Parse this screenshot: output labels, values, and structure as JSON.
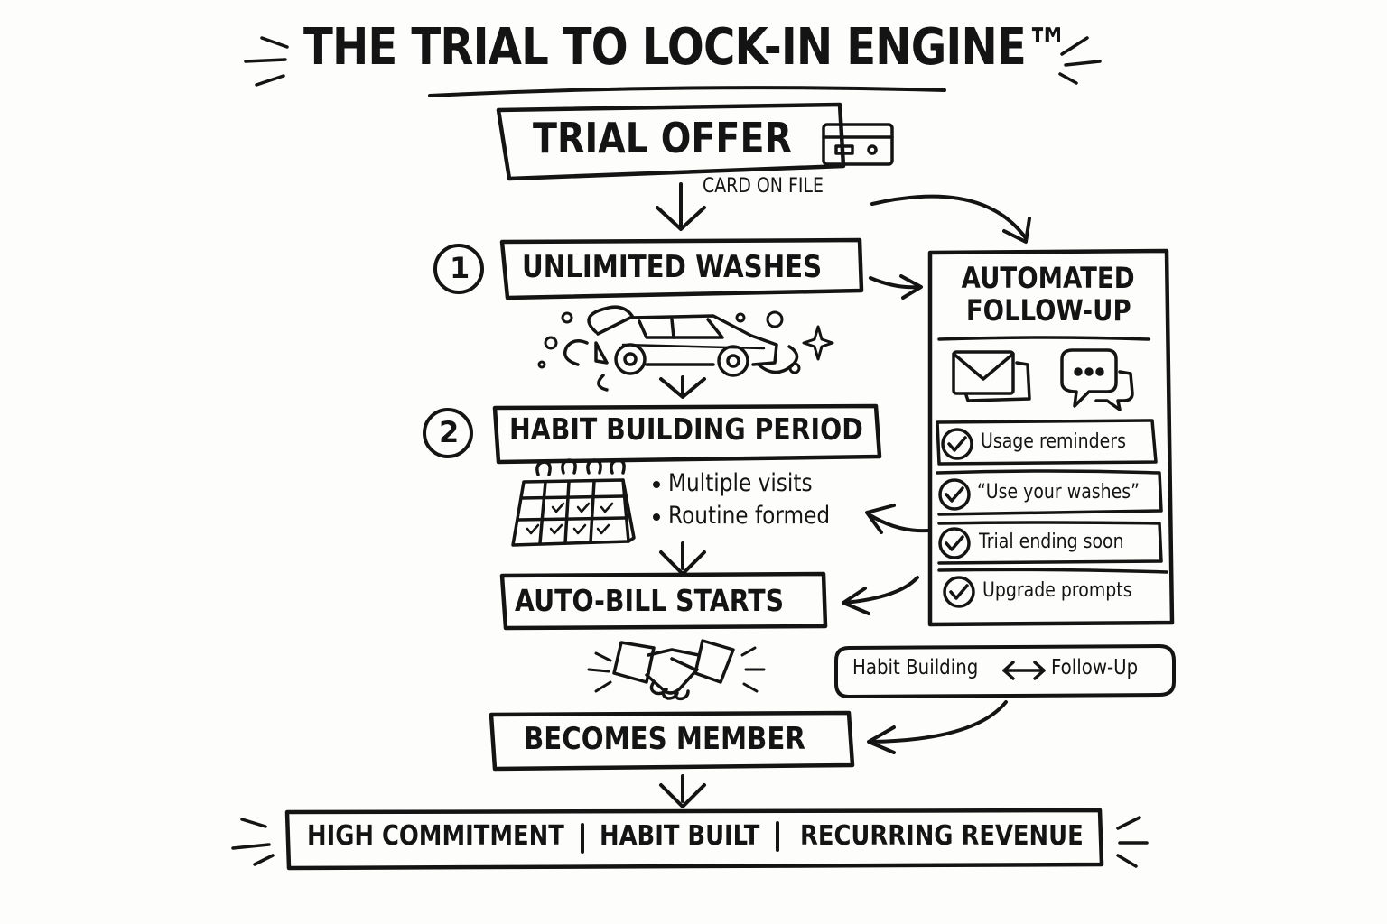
{
  "title": "THE TRIAL TO LOCK-IN ENGINE™",
  "steps": {
    "trial_offer": "TRIAL OFFER",
    "card_on_file": "CARD ON FILE",
    "unlimited": {
      "number": "1",
      "label": "UNLIMITED WASHES"
    },
    "habit": {
      "number": "2",
      "label": "HABIT BUILDING PERIOD"
    },
    "habit_bullets": [
      "Multiple visits",
      "Routine formed"
    ],
    "auto_bill": "AUTO-BILL STARTS",
    "member": "BECOMES MEMBER"
  },
  "follow_up": {
    "title_line1": "AUTOMATED",
    "title_line2": "FOLLOW-UP",
    "items": [
      "Usage reminders",
      "“Use your washes”",
      "Trial ending soon",
      "Upgrade prompts"
    ]
  },
  "relation": {
    "left": "Habit Building",
    "right": "Follow-Up"
  },
  "result": [
    "HIGH COMMITMENT",
    "HABIT BUILT",
    "RECURRING REVENUE"
  ],
  "icons": [
    "credit-card-icon",
    "car-icon",
    "sparkle-icon",
    "calendar-icon",
    "envelope-icon",
    "chat-icon",
    "check-icon",
    "handshake-icon",
    "double-arrow-icon"
  ]
}
